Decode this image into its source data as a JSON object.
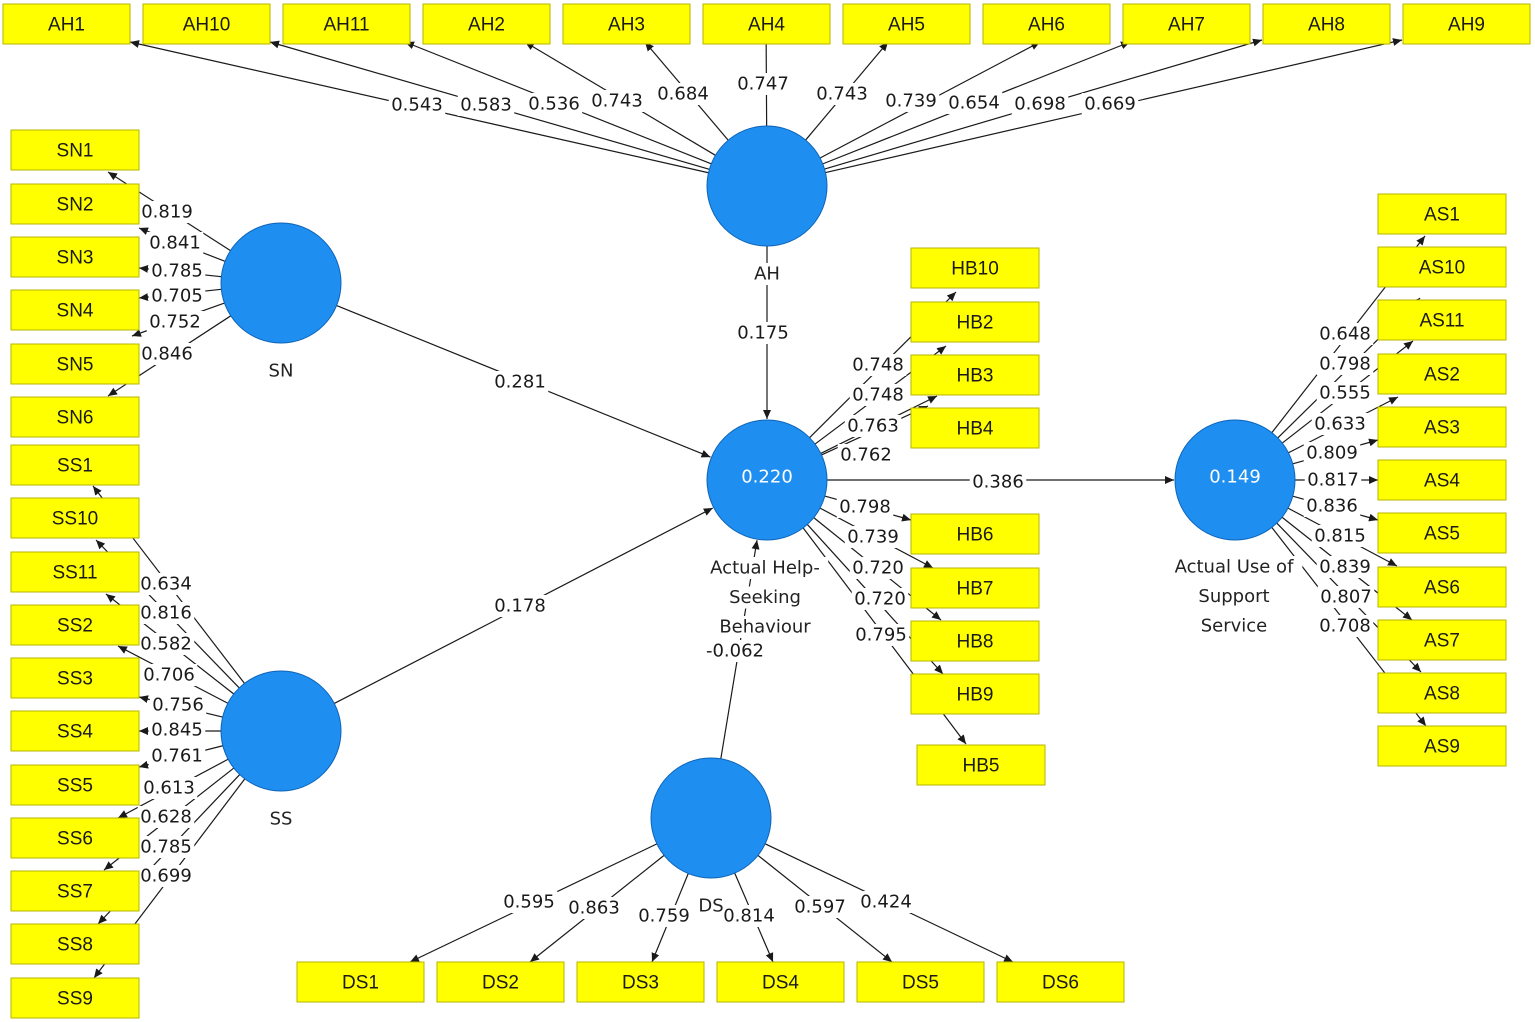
{
  "diagram": {
    "latents": [
      {
        "id": "AH",
        "label_lines": [
          "AH"
        ],
        "value": ""
      },
      {
        "id": "SN",
        "label_lines": [
          "SN"
        ],
        "value": ""
      },
      {
        "id": "SS",
        "label_lines": [
          "SS"
        ],
        "value": ""
      },
      {
        "id": "DS",
        "label_lines": [
          "DS"
        ],
        "value": ""
      },
      {
        "id": "HB",
        "label_lines": [
          "Actual Help-",
          "Seeking",
          "Behaviour"
        ],
        "value": "0.220"
      },
      {
        "id": "AS",
        "label_lines": [
          "Actual Use of",
          "Support",
          "Service"
        ],
        "value": "0.149"
      }
    ],
    "structural_paths": [
      {
        "from": "AH",
        "to": "HB",
        "label": "0.175"
      },
      {
        "from": "SN",
        "to": "HB",
        "label": "0.281"
      },
      {
        "from": "SS",
        "to": "HB",
        "label": "0.178"
      },
      {
        "from": "DS",
        "to": "HB",
        "label": "-0.062"
      },
      {
        "from": "HB",
        "to": "AS",
        "label": "0.386"
      }
    ],
    "indicators": [
      {
        "name": "AH1",
        "latent": "AH",
        "loading": "0.543"
      },
      {
        "name": "AH10",
        "latent": "AH",
        "loading": "0.583"
      },
      {
        "name": "AH11",
        "latent": "AH",
        "loading": "0.536"
      },
      {
        "name": "AH2",
        "latent": "AH",
        "loading": "0.743"
      },
      {
        "name": "AH3",
        "latent": "AH",
        "loading": "0.684"
      },
      {
        "name": "AH4",
        "latent": "AH",
        "loading": "0.747"
      },
      {
        "name": "AH5",
        "latent": "AH",
        "loading": "0.743"
      },
      {
        "name": "AH6",
        "latent": "AH",
        "loading": "0.739"
      },
      {
        "name": "AH7",
        "latent": "AH",
        "loading": "0.654"
      },
      {
        "name": "AH8",
        "latent": "AH",
        "loading": "0.698"
      },
      {
        "name": "AH9",
        "latent": "AH",
        "loading": "0.669"
      },
      {
        "name": "SN1",
        "latent": "SN",
        "loading": "0.819"
      },
      {
        "name": "SN2",
        "latent": "SN",
        "loading": "0.841"
      },
      {
        "name": "SN3",
        "latent": "SN",
        "loading": "0.785"
      },
      {
        "name": "SN4",
        "latent": "SN",
        "loading": "0.705"
      },
      {
        "name": "SN5",
        "latent": "SN",
        "loading": "0.752"
      },
      {
        "name": "SN6",
        "latent": "SN",
        "loading": "0.846"
      },
      {
        "name": "SS1",
        "latent": "SS",
        "loading": "0.634"
      },
      {
        "name": "SS10",
        "latent": "SS",
        "loading": "0.816"
      },
      {
        "name": "SS11",
        "latent": "SS",
        "loading": "0.582"
      },
      {
        "name": "SS2",
        "latent": "SS",
        "loading": "0.706"
      },
      {
        "name": "SS3",
        "latent": "SS",
        "loading": "0.756"
      },
      {
        "name": "SS4",
        "latent": "SS",
        "loading": "0.845"
      },
      {
        "name": "SS5",
        "latent": "SS",
        "loading": "0.761"
      },
      {
        "name": "SS6",
        "latent": "SS",
        "loading": "0.613"
      },
      {
        "name": "SS7",
        "latent": "SS",
        "loading": "0.628"
      },
      {
        "name": "SS8",
        "latent": "SS",
        "loading": "0.785"
      },
      {
        "name": "SS9",
        "latent": "SS",
        "loading": "0.699"
      },
      {
        "name": "DS1",
        "latent": "DS",
        "loading": "0.595"
      },
      {
        "name": "DS2",
        "latent": "DS",
        "loading": "0.863"
      },
      {
        "name": "DS3",
        "latent": "DS",
        "loading": "0.759"
      },
      {
        "name": "DS4",
        "latent": "DS",
        "loading": "0.814"
      },
      {
        "name": "DS5",
        "latent": "DS",
        "loading": "0.597"
      },
      {
        "name": "DS6",
        "latent": "DS",
        "loading": "0.424"
      },
      {
        "name": "HB10",
        "latent": "HB",
        "loading": "0.748"
      },
      {
        "name": "HB2",
        "latent": "HB",
        "loading": "0.748"
      },
      {
        "name": "HB3",
        "latent": "HB",
        "loading": "0.763"
      },
      {
        "name": "HB4",
        "latent": "HB",
        "loading": "0.762"
      },
      {
        "name": "HB6",
        "latent": "HB",
        "loading": "0.798"
      },
      {
        "name": "HB7",
        "latent": "HB",
        "loading": "0.739"
      },
      {
        "name": "HB8",
        "latent": "HB",
        "loading": "0.720"
      },
      {
        "name": "HB9",
        "latent": "HB",
        "loading": "0.720"
      },
      {
        "name": "HB5",
        "latent": "HB",
        "loading": "0.795"
      },
      {
        "name": "AS1",
        "latent": "AS",
        "loading": "0.648"
      },
      {
        "name": "AS10",
        "latent": "AS",
        "loading": "0.798"
      },
      {
        "name": "AS11",
        "latent": "AS",
        "loading": "0.555"
      },
      {
        "name": "AS2",
        "latent": "AS",
        "loading": "0.633"
      },
      {
        "name": "AS3",
        "latent": "AS",
        "loading": "0.809"
      },
      {
        "name": "AS4",
        "latent": "AS",
        "loading": "0.817"
      },
      {
        "name": "AS5",
        "latent": "AS",
        "loading": "0.836"
      },
      {
        "name": "AS6",
        "latent": "AS",
        "loading": "0.815"
      },
      {
        "name": "AS7",
        "latent": "AS",
        "loading": "0.839"
      },
      {
        "name": "AS8",
        "latent": "AS",
        "loading": "0.807"
      },
      {
        "name": "AS9",
        "latent": "AS",
        "loading": "0.708"
      }
    ],
    "colors": {
      "indicator_fill": "#ffff00",
      "latent_fill": "#1e8ff0",
      "edge": "#1a1a1a"
    }
  }
}
